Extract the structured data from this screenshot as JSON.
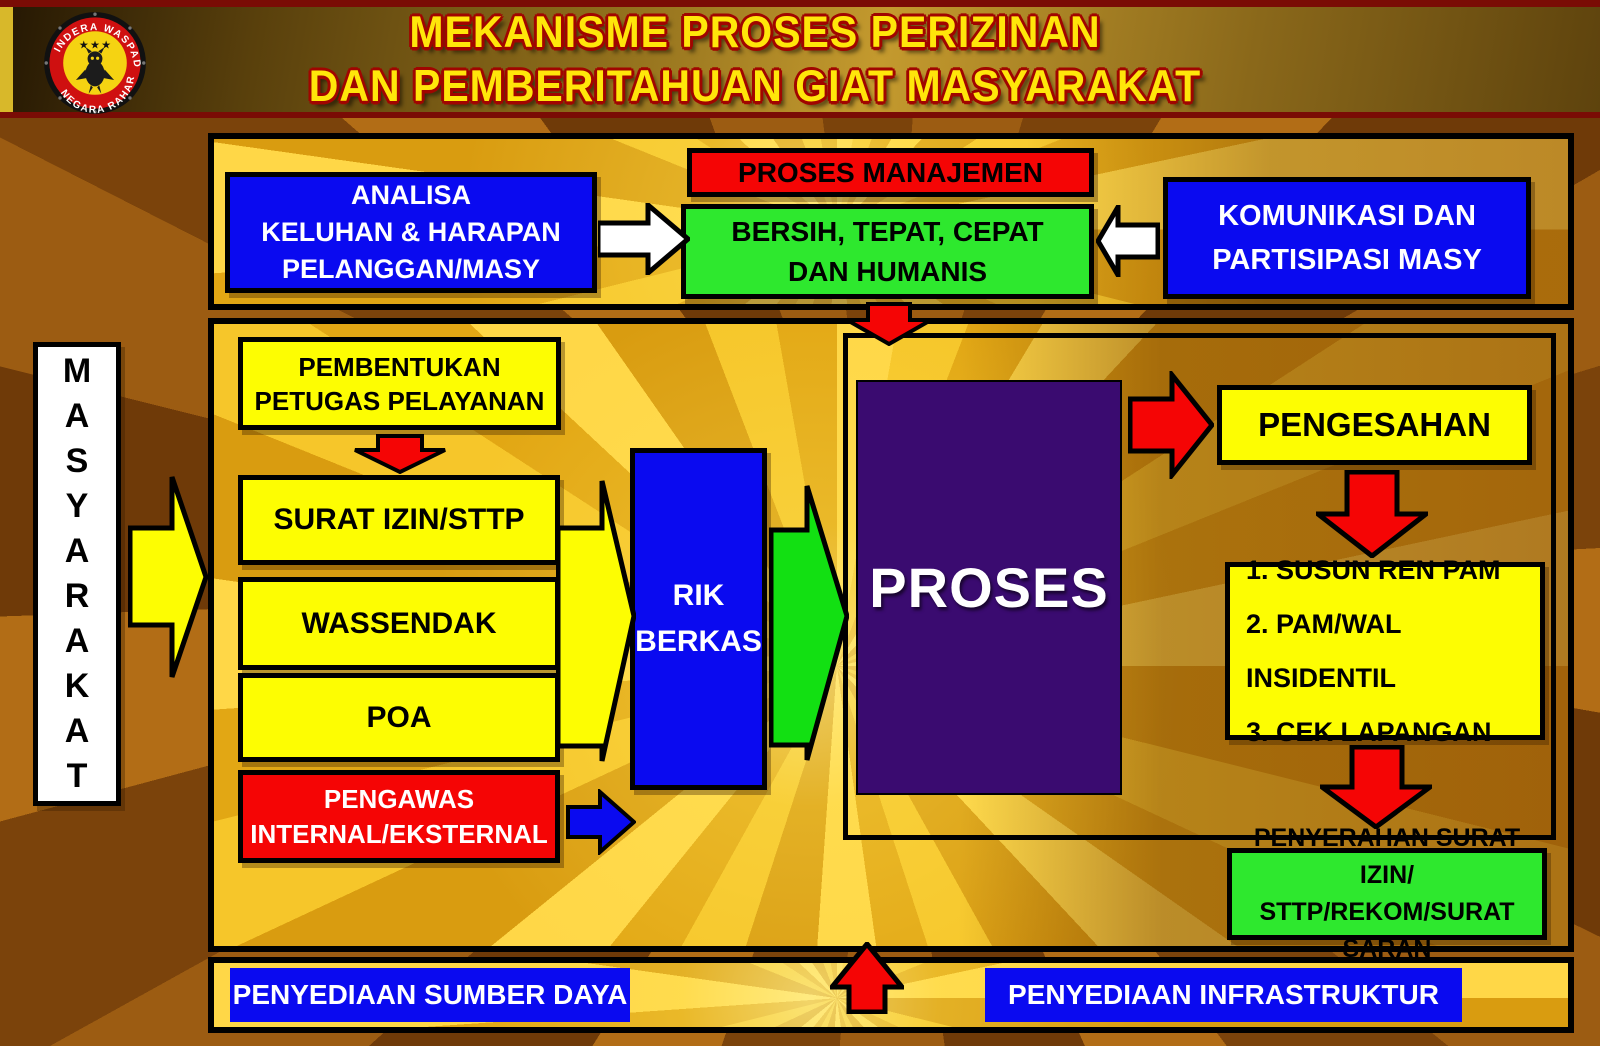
{
  "title": [
    "MEKANISME PROSES PERIZINAN",
    "DAN PEMBERITAHUAN GIAT MASYARAKAT"
  ],
  "logo": {
    "arc_top": "INDERA WASPADA",
    "arc_bottom": "NEGARA RAHARJA",
    "stars": "★ ★ ★"
  },
  "left_rail": "MASYARAKAT",
  "top_row": {
    "analisa": [
      "ANALISA",
      "KELUHAN & HARAPAN",
      "PELANGGAN/MASY"
    ],
    "proses_manajemen": "PROSES MANAJEMEN",
    "bersih": [
      "BERSIH, TEPAT, CEPAT",
      "DAN HUMANIS"
    ],
    "komunikasi": [
      "KOMUNIKASI DAN",
      "PARTISIPASI MASY"
    ]
  },
  "main_flow": {
    "pembentukan": [
      "PEMBENTUKAN",
      "PETUGAS PELAYANAN"
    ],
    "surat_izin": "SURAT IZIN/STTP",
    "wassendak": "WASSENDAK",
    "poa": "POA",
    "pengawas": [
      "PENGAWAS",
      "INTERNAL/EKSTERNAL"
    ],
    "rik_berkas": [
      "RIK",
      "BERKAS"
    ],
    "proses": "PROSES",
    "pengesahan": "PENGESAHAN",
    "tindak_lanjut": [
      "1. SUSUN REN PAM",
      "2. PAM/WAL INSIDENTIL",
      "3. CEK LAPANGAN"
    ],
    "penyerahan": [
      "PENYERAHAN SURAT IZIN/",
      "STTP/REKOM/SURAT SARAN"
    ]
  },
  "bottom_row": {
    "sumber_daya": "PENYEDIAAN SUMBER DAYA",
    "infrastruktur": "PENYEDIAAN INFRASTRUKTUR"
  },
  "colors": {
    "box_blue": "#0a0af0",
    "box_red": "#f50505",
    "box_green": "#2ee82e",
    "box_yellow": "#fdfd02",
    "box_purple": "#3a0b70",
    "title_text": "#ffe60a",
    "title_outline": "#a00500",
    "band_gold": "#f6c62a",
    "background_brown": "#7b430b"
  }
}
